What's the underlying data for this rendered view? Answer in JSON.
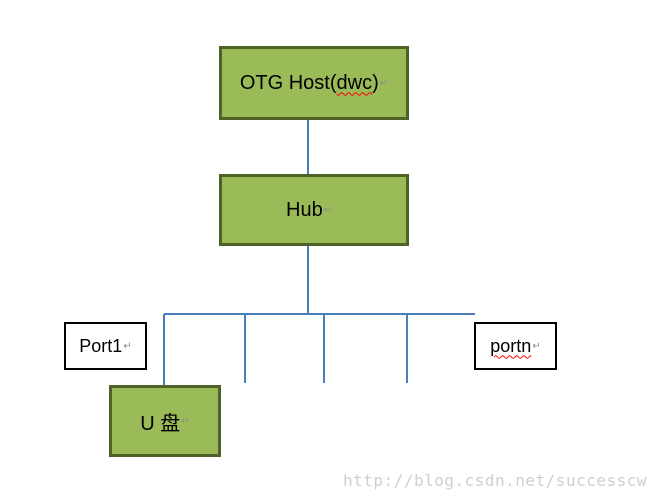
{
  "colors": {
    "node_fill": "#9bbb59",
    "node_border": "#4f6228",
    "connector": "#4a7ebb",
    "port_border": "#000000",
    "watermark": "#cfcfcf"
  },
  "nodes": {
    "host": {
      "text_main": "OTG Host(",
      "text_wavy": "dwc",
      "text_end": ")",
      "mark": "↵"
    },
    "hub": {
      "text": "Hub",
      "mark": "↵"
    },
    "udisk": {
      "text": "U 盘",
      "mark": "↵"
    }
  },
  "ports": {
    "first": {
      "text": "Port1",
      "mark": "↵"
    },
    "last": {
      "text": "portn",
      "mark": "↵"
    }
  },
  "watermark": "http://blog.csdn.net/successcw"
}
